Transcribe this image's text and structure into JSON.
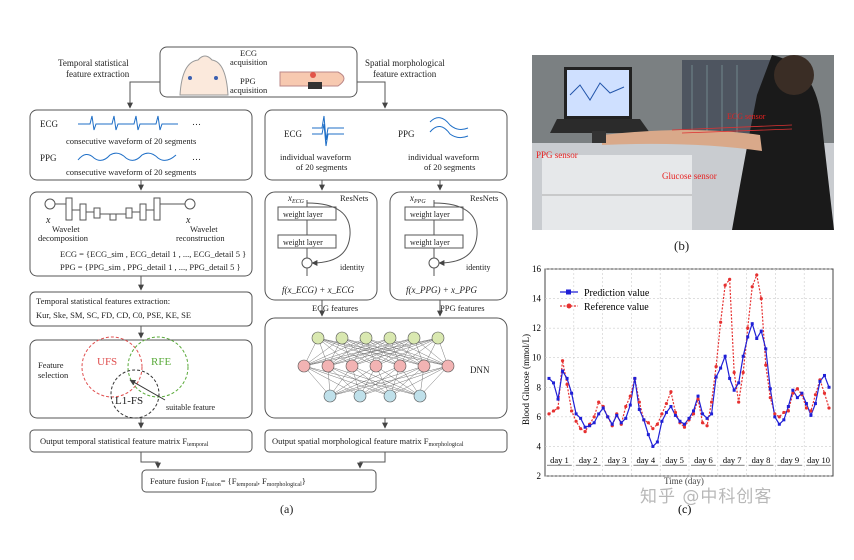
{
  "left": {
    "ecg_acq": "ECG\nacquisition",
    "ppg_acq": "PPG\nacquisition",
    "temporal_title": "Temporal statistical\nfeature extraction",
    "spatial_title": "Spatial morphological\nfeature extraction",
    "ecg": "ECG",
    "ppg": "PPG",
    "consec_ecg": "consecutive waveform of 20 segments",
    "consec_ppg": "consecutive waveform of 20 segments",
    "wavelet_decomp": "Wavelet\ndecomposition",
    "wavelet_recon": "Wavelet\nreconstruction",
    "x": "x",
    "ecg_eq": "ECG = {ECG_sim , ECG_detail 1 , ..., ECG_detail 5 }",
    "ppg_eq": "PPG = {PPG_sim , PPG_detail 1 , ..., PPG_detail 5 }",
    "tsf_title": "Temporal statistical features extraction:",
    "tsf_list": "Kur,  Ske,  SM,  SC,  FD, CD,  C0,  PSE,  KE,  SE",
    "feature_selection": "Feature\nselection",
    "ufs": "UFS",
    "rfe": "RFE",
    "l1fs": "L1-FS",
    "suitable": "suitable feature",
    "out_temporal": "Output temporal statistical feature matrix F",
    "out_temporal_sub": "temporal",
    "ecg2": "ECG",
    "ppg2": "PPG",
    "indiv_ecg": "individual waveform\nof 20 segments",
    "indiv_ppg": "individual waveform\nof 20 segments",
    "x_ecg": "x",
    "x_ecg_sub": "ECG",
    "x_ppg": "x",
    "x_ppg_sub": "PPG",
    "resnets": "ResNets",
    "weight_layer": "weight layer",
    "fx_ecg": "f(x",
    "identity": "identity",
    "fx_sum_ecg": "f(x_ECG) + x_ECG",
    "fx_sum_ppg": "f(x_PPG) + x_PPG",
    "ecg_features": "ECG features",
    "ppg_features": "PPG features",
    "dnn": "DNN",
    "out_spatial": "Output spatial morphological feature matrix F",
    "out_spatial_sub": "morphological",
    "fusion": "Feature fusion F",
    "fusion_sub": "fusion",
    "fusion_rhs": "= {F",
    "fusion_t": "temporal",
    "fusion_m": "morphological",
    "label_a": "(a)"
  },
  "photo": {
    "ppg_sensor": "PPG sensor",
    "glucose_sensor": "Glucose sensor",
    "ecg_sensor": "ECG sensor",
    "label_b": "(b)"
  },
  "chart_data": {
    "type": "line",
    "ylabel": "Blood Glucose (mmol/L)",
    "xlabel": "Time (day)",
    "ylim": [
      2,
      16
    ],
    "yticks": [
      2,
      4,
      6,
      8,
      10,
      12,
      14,
      16
    ],
    "grid": true,
    "legend": "top-left",
    "day_labels": [
      "day 1",
      "day 2",
      "day 3",
      "day 4",
      "day 5",
      "day 6",
      "day 7",
      "day 8",
      "day 9",
      "day 10"
    ],
    "series": [
      {
        "name": "Prediction value",
        "color": "#1f1fd6",
        "values": [
          8.6,
          8.3,
          7.2,
          9.1,
          8.6,
          7.6,
          6.2,
          5.9,
          5.3,
          5.4,
          5.6,
          6.2,
          6.6,
          6.0,
          5.5,
          6.1,
          5.6,
          5.9,
          6.8,
          8.6,
          6.5,
          5.8,
          4.8,
          4.0,
          4.3,
          5.7,
          6.3,
          6.7,
          6.1,
          5.7,
          5.5,
          5.9,
          6.4,
          7.4,
          6.2,
          5.9,
          6.2,
          8.7,
          9.3,
          10.1,
          8.6,
          7.8,
          8.3,
          10.1,
          11.4,
          12.3,
          11.3,
          11.8,
          10.6,
          7.9,
          6.0,
          5.5,
          5.8,
          6.7,
          7.8,
          7.3,
          7.6,
          6.9,
          6.1,
          6.9,
          8.4,
          8.8,
          8.0
        ]
      },
      {
        "name": "Reference value",
        "color": "#e63030",
        "values": [
          6.2,
          6.4,
          6.6,
          9.8,
          8.2,
          6.4,
          5.7,
          5.2,
          5.0,
          5.5,
          6.0,
          7.0,
          6.7,
          6.0,
          5.4,
          6.2,
          5.5,
          6.7,
          7.4,
          8.6,
          7.0,
          5.8,
          5.6,
          5.2,
          5.5,
          6.2,
          6.9,
          7.7,
          6.3,
          5.6,
          5.3,
          5.8,
          6.2,
          7.2,
          5.6,
          5.4,
          7.0,
          9.4,
          12.4,
          14.9,
          15.3,
          9.0,
          7.0,
          9.0,
          12.0,
          14.8,
          15.6,
          14.0,
          9.5,
          7.3,
          6.2,
          6.0,
          6.3,
          6.4,
          7.6,
          7.9,
          7.5,
          6.6,
          6.4,
          7.5,
          8.5,
          7.6,
          6.6
        ]
      }
    ]
  },
  "chart": {
    "legend_pred": "Prediction value",
    "legend_ref": "Reference value",
    "label_c": "(c)"
  },
  "watermark": "知乎 @中科创客"
}
